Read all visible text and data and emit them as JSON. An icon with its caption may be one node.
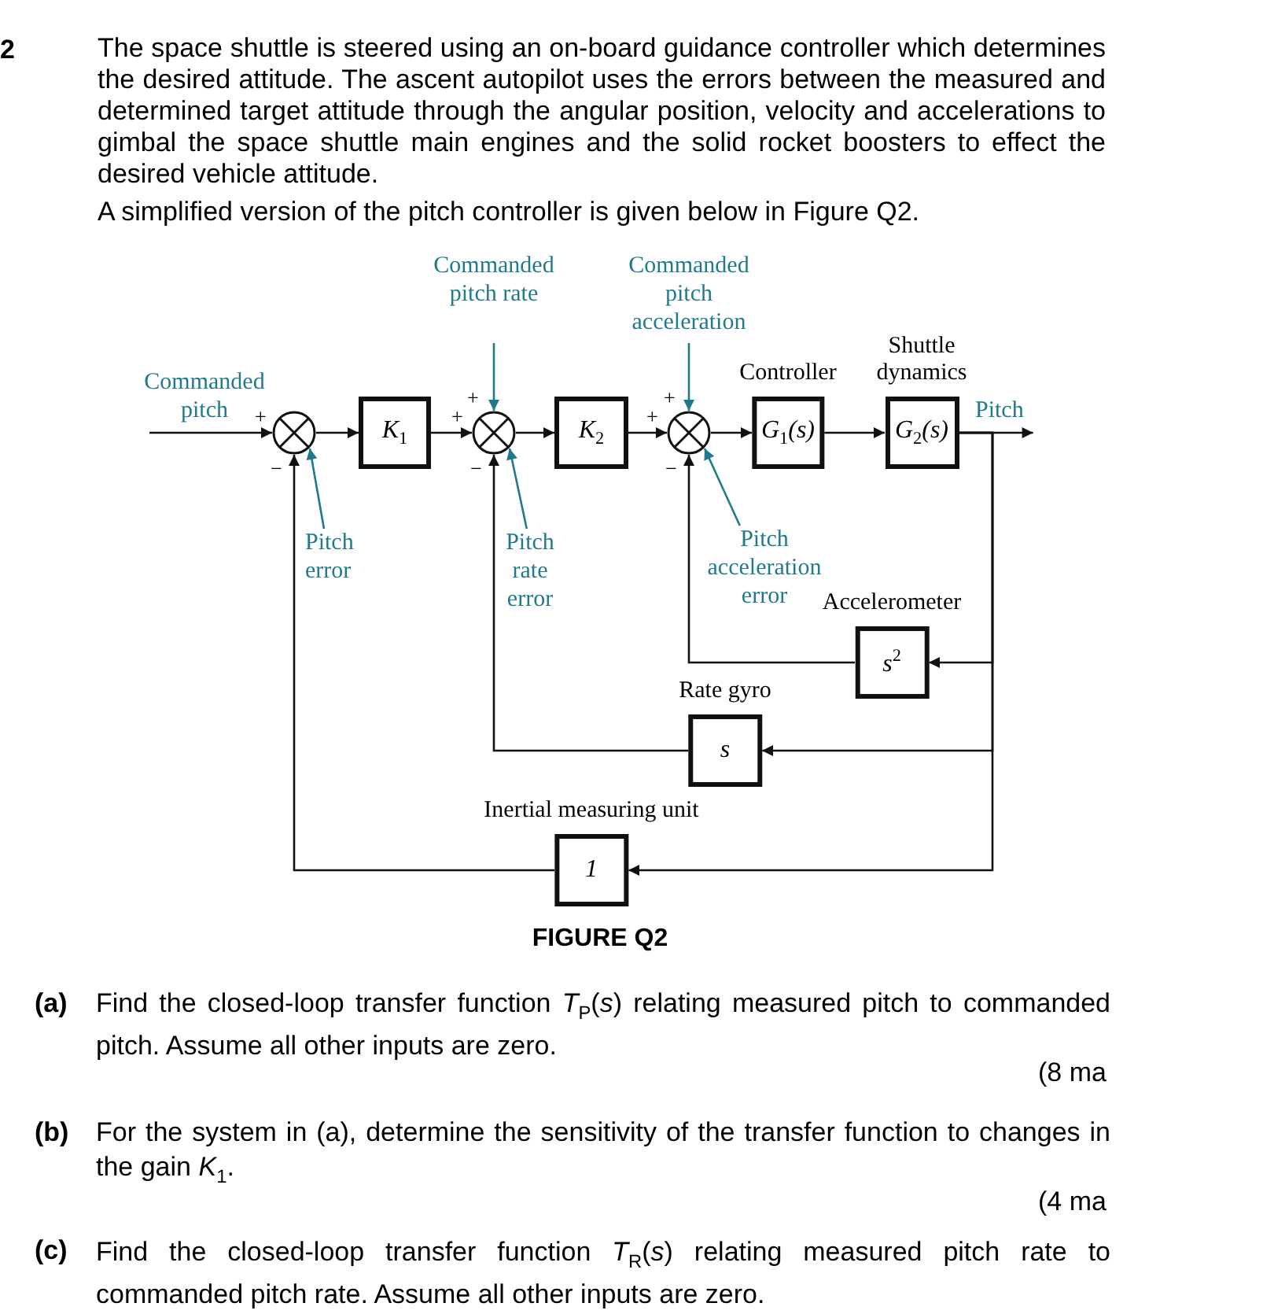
{
  "diagram": {
    "caption": "FIGURE Q2",
    "nodes": [
      {
        "text": [
          "Commanded pitch"
        ]
      },
      {
        "text": [],
        "shape": "circle"
      },
      {
        "text": [
          "K$_{1}$"
        ]
      },
      {
        "text": [
          "Commanded pitch rate"
        ]
      },
      {
        "text": [],
        "shape": "circle"
      },
      {
        "text": [
          "K$_{2}$"
        ]
      },
      {
        "text": [
          "Commanded pitch acceleration"
        ]
      },
      {
        "text": [],
        "shape": "circle"
      },
      {
        "text": [
          "Controller",
          "G$_{1}$(s)"
        ]
      },
      {
        "text": [
          "Shuttle dynamics",
          "G$_{2}$(s)"
        ]
      },
      {
        "text": [
          "Pitch"
        ]
      },
      {
        "text": [
          "Accelerometer",
          "s$^{2}$"
        ]
      },
      {
        "text": [
          "Rate gyro",
          "s"
        ]
      },
      {
        "text": [
          "Inertial measuring unit",
          "1"
        ]
      },
      {
        "text": [
          "Pitch error"
        ]
      },
      {
        "text": [
          "Pitch rate error"
        ]
      },
      {
        "text": [
          "Pitch acceleration error"
        ]
      }
    ],
    "edges": [
      {
        "from": 0,
        "to": 1,
        "arrow": "to"
      },
      {
        "from": 1,
        "to": 2,
        "arrow": "to"
      },
      {
        "from": 2,
        "to": 4,
        "arrow": "to"
      },
      {
        "from": 3,
        "to": 4,
        "arrow": "to",
        "color": "#1f7a8c"
      },
      {
        "from": 4,
        "to": 5,
        "arrow": "to"
      },
      {
        "from": 5,
        "to": 7,
        "arrow": "to"
      },
      {
        "from": 6,
        "to": 7,
        "arrow": "to",
        "color": "#1f7a8c"
      },
      {
        "from": 7,
        "to": 8,
        "arrow": "to"
      },
      {
        "from": 8,
        "to": 9,
        "arrow": "to"
      },
      {
        "from": 9,
        "to": 10,
        "arrow": "to"
      },
      {
        "from": 9,
        "to": 11,
        "arrow": "to"
      },
      {
        "from": 9,
        "to": 12,
        "arrow": "to"
      },
      {
        "from": 9,
        "to": 13,
        "arrow": "to"
      },
      {
        "from": 11,
        "to": 7,
        "arrow": "to"
      },
      {
        "from": 12,
        "to": 4,
        "arrow": "to"
      },
      {
        "from": 13,
        "to": 1,
        "arrow": "to"
      },
      {
        "from": 14,
        "to": 1,
        "arrow": "to",
        "color": "#1f7a8c"
      },
      {
        "from": 15,
        "to": 4,
        "arrow": "to",
        "color": "#1f7a8c"
      },
      {
        "from": 16,
        "to": 7,
        "arrow": "to",
        "color": "#1f7a8c"
      }
    ],
    "labels": [
      "2",
      "The space shuttle is steered using an on-board guidance controller which determines the desired attitude. The ascent autopilot uses the errors between the measured and determined target attitude through the angular position, velocity and accelerations to gimbal the space shuttle main engines and the solid rocket boosters to effect the desired vehicle attitude.",
      "A simplified version of the pitch controller is given below in Figure Q2.",
      "+",
      "+",
      "+",
      "+",
      "+",
      "−",
      "−",
      "−",
      "(a)",
      "Find the closed-loop transfer function *T*$_{P}$(*s*) relating measured pitch to commanded pitch. Assume all other inputs are zero.",
      "(8 ma",
      "(b)",
      "For the system in (a), determine the sensitivity of the transfer function to changes in the gain *K*$_{1}$.",
      "(4 ma",
      "(c)",
      "Find the closed-loop transfer function *T*$_{R}$(*s*) relating measured pitch rate to commanded pitch rate. Assume all other inputs are zero."
    ]
  }
}
